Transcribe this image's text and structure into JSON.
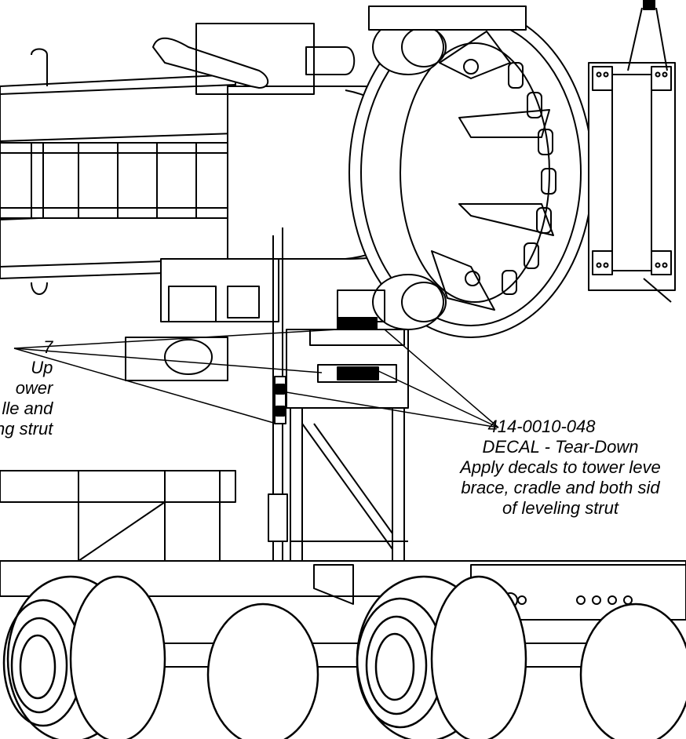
{
  "callouts": {
    "left": {
      "part_number": "7",
      "lines": [
        "Up",
        "ower",
        "lle and",
        "ng strut"
      ]
    },
    "right": {
      "part_number": "414-0010-048",
      "title": "DECAL - Tear-Down",
      "lines": [
        "Apply decals to tower leve",
        "brace, cradle and both sid",
        "of leveling strut"
      ]
    }
  }
}
